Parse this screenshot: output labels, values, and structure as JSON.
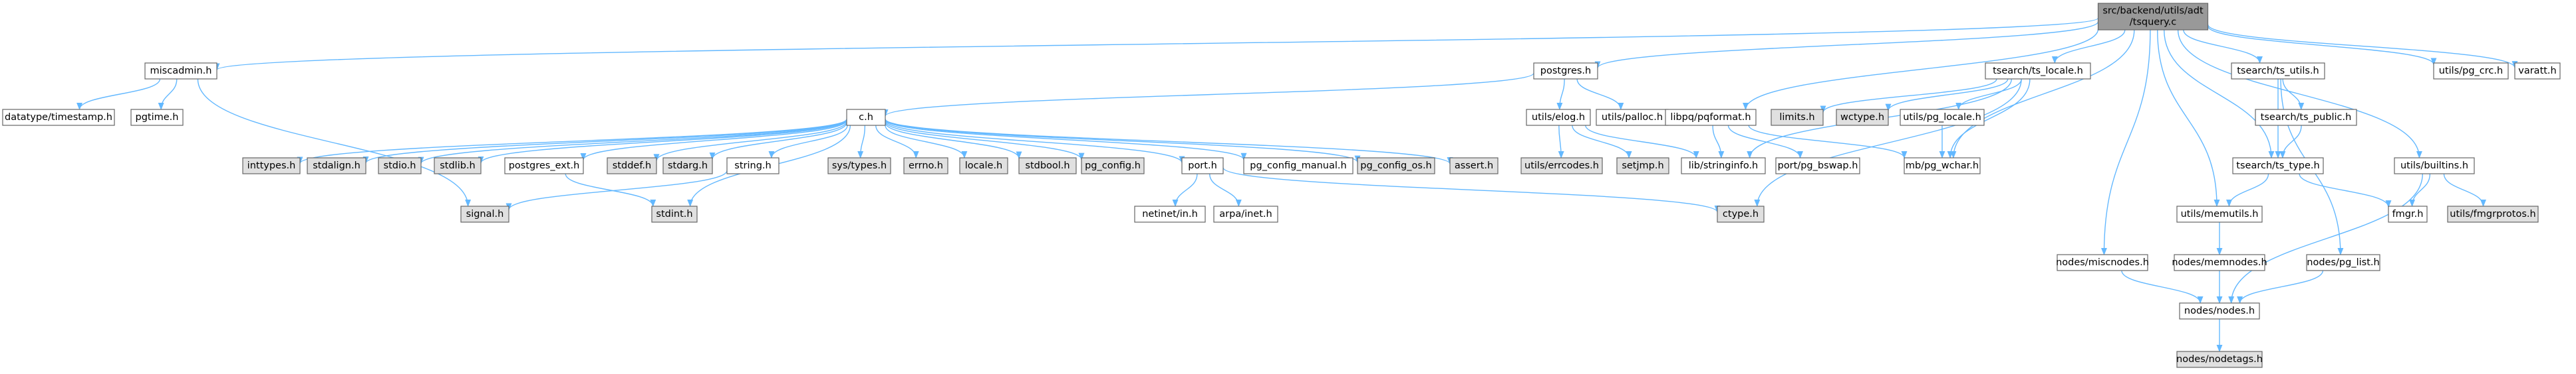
{
  "colors": {
    "normal_fill": "#ffffff",
    "system_fill": "#e0e0e0",
    "root_fill": "#999999",
    "missing_stroke": "#ff0000",
    "node_stroke": "#666666",
    "edge": "#63b8ff"
  },
  "nodes": [
    {
      "id": "root",
      "lines": [
        "src/backend/utils/adt",
        "/tsquery.c"
      ],
      "style": "root"
    },
    {
      "id": "miscadmin",
      "lines": [
        "miscadmin.h"
      ],
      "style": "normal"
    },
    {
      "id": "postgres",
      "lines": [
        "postgres.h"
      ],
      "style": "normal"
    },
    {
      "id": "tslocale",
      "lines": [
        "tsearch/ts_locale.h"
      ],
      "style": "normal"
    },
    {
      "id": "tsutils",
      "lines": [
        "tsearch/ts_utils.h"
      ],
      "style": "normal"
    },
    {
      "id": "pgcrc",
      "lines": [
        "utils/pg_crc.h"
      ],
      "style": "normal"
    },
    {
      "id": "varatt",
      "lines": [
        "varatt.h"
      ],
      "style": "normal"
    },
    {
      "id": "dttimestamp",
      "lines": [
        "datatype/timestamp.h"
      ],
      "style": "normal"
    },
    {
      "id": "pgtime",
      "lines": [
        "pgtime.h"
      ],
      "style": "normal"
    },
    {
      "id": "ch",
      "lines": [
        "c.h"
      ],
      "style": "normal"
    },
    {
      "id": "elog",
      "lines": [
        "utils/elog.h"
      ],
      "style": "normal"
    },
    {
      "id": "palloc",
      "lines": [
        "utils/palloc.h"
      ],
      "style": "normal"
    },
    {
      "id": "pqformat",
      "lines": [
        "libpq/pqformat.h"
      ],
      "style": "normal"
    },
    {
      "id": "limits",
      "lines": [
        "limits.h"
      ],
      "style": "system"
    },
    {
      "id": "wctype",
      "lines": [
        "wctype.h"
      ],
      "style": "system"
    },
    {
      "id": "pglocale",
      "lines": [
        "utils/pg_locale.h"
      ],
      "style": "normal"
    },
    {
      "id": "tspublic",
      "lines": [
        "tsearch/ts_public.h"
      ],
      "style": "normal"
    },
    {
      "id": "builtins",
      "lines": [
        "utils/builtins.h"
      ],
      "style": "normal"
    },
    {
      "id": "inttypes",
      "lines": [
        "inttypes.h"
      ],
      "style": "system"
    },
    {
      "id": "stdalign",
      "lines": [
        "stdalign.h"
      ],
      "style": "system"
    },
    {
      "id": "stdio",
      "lines": [
        "stdio.h"
      ],
      "style": "system"
    },
    {
      "id": "stdlib",
      "lines": [
        "stdlib.h"
      ],
      "style": "system"
    },
    {
      "id": "postgresext",
      "lines": [
        "postgres_ext.h"
      ],
      "style": "normal"
    },
    {
      "id": "stddef",
      "lines": [
        "stddef.h"
      ],
      "style": "system"
    },
    {
      "id": "stdarg",
      "lines": [
        "stdarg.h"
      ],
      "style": "system"
    },
    {
      "id": "string",
      "lines": [
        "string.h"
      ],
      "style": "normal"
    },
    {
      "id": "systypes",
      "lines": [
        "sys/types.h"
      ],
      "style": "system"
    },
    {
      "id": "errno",
      "lines": [
        "errno.h"
      ],
      "style": "system"
    },
    {
      "id": "locale",
      "lines": [
        "locale.h"
      ],
      "style": "system"
    },
    {
      "id": "stdbool",
      "lines": [
        "stdbool.h"
      ],
      "style": "system"
    },
    {
      "id": "pgconfig",
      "lines": [
        "pg_config.h"
      ],
      "style": "system"
    },
    {
      "id": "port",
      "lines": [
        "port.h"
      ],
      "style": "normal"
    },
    {
      "id": "pgconfigmanual",
      "lines": [
        "pg_config_manual.h"
      ],
      "style": "normal"
    },
    {
      "id": "pgconfigos",
      "lines": [
        "pg_config_os.h"
      ],
      "style": "system"
    },
    {
      "id": "assert",
      "lines": [
        "assert.h"
      ],
      "style": "system"
    },
    {
      "id": "errcodes",
      "lines": [
        "utils/errcodes.h"
      ],
      "style": "system"
    },
    {
      "id": "setjmp",
      "lines": [
        "setjmp.h"
      ],
      "style": "system"
    },
    {
      "id": "stringinfo",
      "lines": [
        "lib/stringinfo.h"
      ],
      "style": "normal"
    },
    {
      "id": "pgbswap",
      "lines": [
        "port/pg_bswap.h"
      ],
      "style": "normal"
    },
    {
      "id": "pgwchar",
      "lines": [
        "mb/pg_wchar.h"
      ],
      "style": "normal"
    },
    {
      "id": "tstype",
      "lines": [
        "tsearch/ts_type.h"
      ],
      "style": "normal"
    },
    {
      "id": "fmgr",
      "lines": [
        "fmgr.h"
      ],
      "style": "normal"
    },
    {
      "id": "fmgrprotos",
      "lines": [
        "utils/fmgrprotos.h"
      ],
      "style": "system"
    },
    {
      "id": "netinet",
      "lines": [
        "netinet/in.h"
      ],
      "style": "missing"
    },
    {
      "id": "arpainet",
      "lines": [
        "arpa/inet.h"
      ],
      "style": "missing"
    },
    {
      "id": "signal",
      "lines": [
        "signal.h"
      ],
      "style": "system"
    },
    {
      "id": "stdint",
      "lines": [
        "stdint.h"
      ],
      "style": "system"
    },
    {
      "id": "ctype",
      "lines": [
        "ctype.h"
      ],
      "style": "system"
    },
    {
      "id": "memutils",
      "lines": [
        "utils/memutils.h"
      ],
      "style": "normal"
    },
    {
      "id": "memnodes",
      "lines": [
        "nodes/memnodes.h"
      ],
      "style": "normal"
    },
    {
      "id": "miscnodes",
      "lines": [
        "nodes/miscnodes.h"
      ],
      "style": "normal"
    },
    {
      "id": "pglist",
      "lines": [
        "nodes/pg_list.h"
      ],
      "style": "normal"
    },
    {
      "id": "nodes",
      "lines": [
        "nodes/nodes.h"
      ],
      "style": "normal"
    },
    {
      "id": "nodetags",
      "lines": [
        "nodes/nodetags.h"
      ],
      "style": "system"
    }
  ],
  "edges": [
    [
      "root",
      "miscadmin"
    ],
    [
      "root",
      "postgres"
    ],
    [
      "root",
      "tslocale"
    ],
    [
      "root",
      "tsutils"
    ],
    [
      "root",
      "pgcrc"
    ],
    [
      "root",
      "varatt"
    ],
    [
      "root",
      "pqformat"
    ],
    [
      "root",
      "builtins"
    ],
    [
      "root",
      "memutils"
    ],
    [
      "root",
      "miscnodes"
    ],
    [
      "root",
      "pgwchar"
    ],
    [
      "root",
      "tstype"
    ],
    [
      "miscadmin",
      "dttimestamp"
    ],
    [
      "miscadmin",
      "pgtime"
    ],
    [
      "miscadmin",
      "signal"
    ],
    [
      "postgres",
      "ch"
    ],
    [
      "postgres",
      "elog"
    ],
    [
      "postgres",
      "palloc"
    ],
    [
      "ch",
      "inttypes"
    ],
    [
      "ch",
      "stdalign"
    ],
    [
      "ch",
      "stdio"
    ],
    [
      "ch",
      "stdlib"
    ],
    [
      "ch",
      "postgresext"
    ],
    [
      "ch",
      "stddef"
    ],
    [
      "ch",
      "stdarg"
    ],
    [
      "ch",
      "string"
    ],
    [
      "ch",
      "systypes"
    ],
    [
      "ch",
      "errno"
    ],
    [
      "ch",
      "locale"
    ],
    [
      "ch",
      "stdbool"
    ],
    [
      "ch",
      "pgconfig"
    ],
    [
      "ch",
      "port"
    ],
    [
      "ch",
      "pgconfigmanual"
    ],
    [
      "ch",
      "pgconfigos"
    ],
    [
      "ch",
      "assert"
    ],
    [
      "ch",
      "stdint"
    ],
    [
      "postgresext",
      "stdint"
    ],
    [
      "string",
      "signal"
    ],
    [
      "port",
      "netinet"
    ],
    [
      "port",
      "arpainet"
    ],
    [
      "port",
      "ctype"
    ],
    [
      "elog",
      "errcodes"
    ],
    [
      "elog",
      "setjmp"
    ],
    [
      "elog",
      "stringinfo"
    ],
    [
      "pqformat",
      "stringinfo"
    ],
    [
      "pqformat",
      "pgbswap"
    ],
    [
      "pqformat",
      "pgwchar"
    ],
    [
      "tslocale",
      "limits"
    ],
    [
      "tslocale",
      "wctype"
    ],
    [
      "tslocale",
      "pglocale"
    ],
    [
      "tslocale",
      "pgwchar"
    ],
    [
      "tslocale",
      "stringinfo"
    ],
    [
      "tslocale",
      "ctype"
    ],
    [
      "pglocale",
      "pgwchar"
    ],
    [
      "tsutils",
      "tspublic"
    ],
    [
      "tsutils",
      "tstype"
    ],
    [
      "tsutils",
      "pglist"
    ],
    [
      "tspublic",
      "tstype"
    ],
    [
      "tstype",
      "fmgr"
    ],
    [
      "tstype",
      "memutils"
    ],
    [
      "builtins",
      "fmgr"
    ],
    [
      "builtins",
      "fmgrprotos"
    ],
    [
      "builtins",
      "nodes"
    ],
    [
      "memutils",
      "memnodes"
    ],
    [
      "memnodes",
      "nodes"
    ],
    [
      "miscnodes",
      "nodes"
    ],
    [
      "pglist",
      "nodes"
    ],
    [
      "nodes",
      "nodetags"
    ]
  ]
}
